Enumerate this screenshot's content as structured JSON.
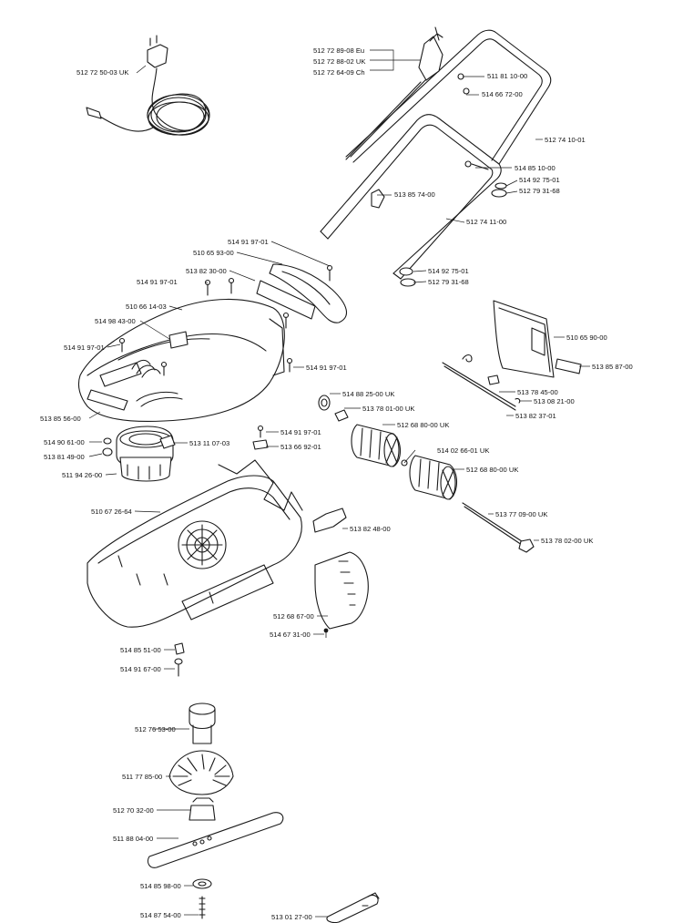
{
  "labels": {
    "cord": "512 72 50-03 UK",
    "switch_eu": "512 72 89-08 Eu",
    "switch_uk": "512 72 88-02 UK",
    "switch_ch": "512 72 64-09 Ch",
    "handle_bolt": "511 81 10-00",
    "handle_washer": "514 66 72-00",
    "upper_handle": "512 74 10-01",
    "handle_screw": "514 85 10-00",
    "handle_knob_a": "514 92 75-01",
    "handle_knob_b": "512 79 31-68",
    "cable_clip": "513 85 74-00",
    "lower_handle": "512 74 11-00",
    "screw_grip": "514 91 97-01",
    "grip": "510 65 93-00",
    "grip_plate": "513 82 30-00",
    "screw_top": "514 91 97-01",
    "cover": "510 66 14-03",
    "label_cover": "514 98 43-00",
    "screw_left": "514 91 97-01",
    "screw_right": "514 91 97-01",
    "lower_knob_a": "514 92 75-01",
    "lower_knob_b": "512 79 31-68",
    "flap": "510 65 90-00",
    "flap_label": "513 85 87-00",
    "spring": "513 78 45-00",
    "clip": "513 08 21-00",
    "rod": "513 82 37-01",
    "bearing": "514 88 25-00 UK",
    "bush": "513 78 01-00 UK",
    "decal": "513 85 56-00",
    "motor": "513 11 07-03",
    "screw_motor_a": "514 91 97-01",
    "bracket": "513 66 92-01",
    "roller_a": "512 68 80-00 UK",
    "washer_roller": "514 02 66-01 UK",
    "roller_b": "512 68 80-00 UK",
    "motor_part_a": "514 90 61-00",
    "motor_part_b": "513 81 49-00",
    "motor_unit": "511 94 26-00",
    "deck": "510 67 26-64",
    "axle": "513 77 09-00 UK",
    "axle_nut": "513 78 02-00 UK",
    "side_bracket": "513 82 48-00",
    "guard": "512 68 67-00",
    "guard_screw": "514 67 31-00",
    "nut_a": "514 85 51-00",
    "screw_b": "514 91 67-00",
    "coupling": "512 76 53-00",
    "fan": "511 77 85-00",
    "hub": "512 70 32-00",
    "blade": "511 88 04-00",
    "washer_blade": "514 85 98-00",
    "blade_screw": "514 87 54-00",
    "spanner": "513 01 27-00"
  }
}
